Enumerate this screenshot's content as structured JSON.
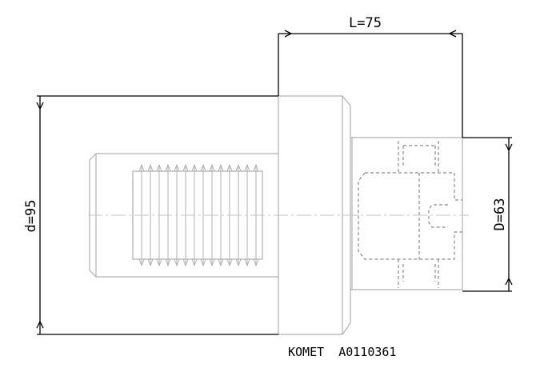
{
  "drawing": {
    "dimension_L": "L=75",
    "dimension_d": "d=95",
    "dimension_D": "D=63",
    "caption": "KOMET  A0110361"
  },
  "colors": {
    "dimension_line": "#000000",
    "part_outline": "#b0b0b0",
    "hidden_line": "#8a8a8a",
    "centerline": "#c4c4c4",
    "background": "#ffffff"
  }
}
